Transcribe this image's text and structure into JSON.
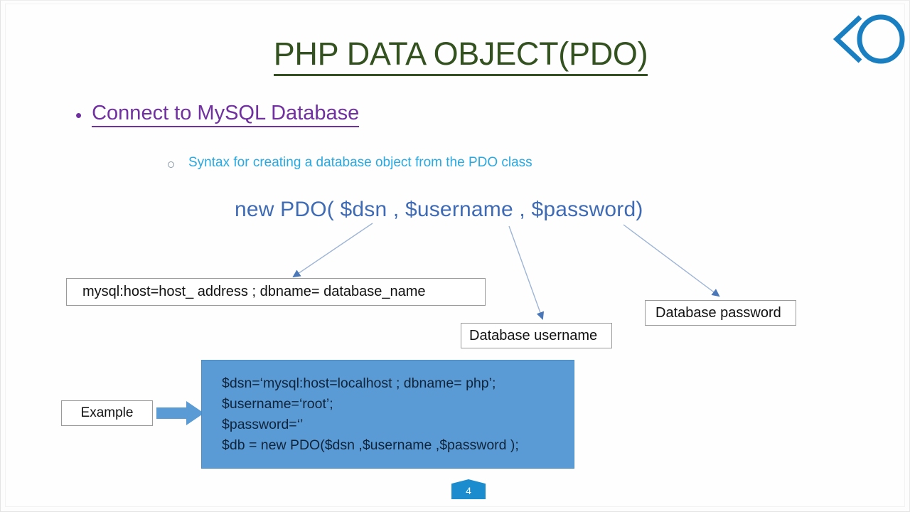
{
  "slide": {
    "title": "PHP DATA OBJECT(PDO)",
    "page_number": "4",
    "logo_name": "chevron-circle-logo",
    "colors": {
      "title_green": "#33521f",
      "bullet_purple": "#7030a0",
      "subbullet_blue": "#29a9e0",
      "syntax_blue": "#3f6bb5",
      "code_block_blue": "#5b9bd5",
      "badge_blue": "#1b8dce",
      "arrow_blue": "#8faad2"
    }
  },
  "bullets": {
    "level1": "Connect to MySQL Database",
    "level2": "Syntax  for creating a database object from the PDO class"
  },
  "syntax": {
    "line": "new PDO( $dsn , $username , $password)"
  },
  "callouts": {
    "dsn": "mysql:host=host_ address ; dbname= database_name",
    "username": "Database username",
    "password": "Database password",
    "example": "Example"
  },
  "code_example": {
    "lines": [
      "$dsn=‘mysql:host=localhost ; dbname= php’;",
      "$username=‘root’;",
      "$password=‘’",
      "$db = new PDO($dsn ,$username ,$password );"
    ]
  }
}
